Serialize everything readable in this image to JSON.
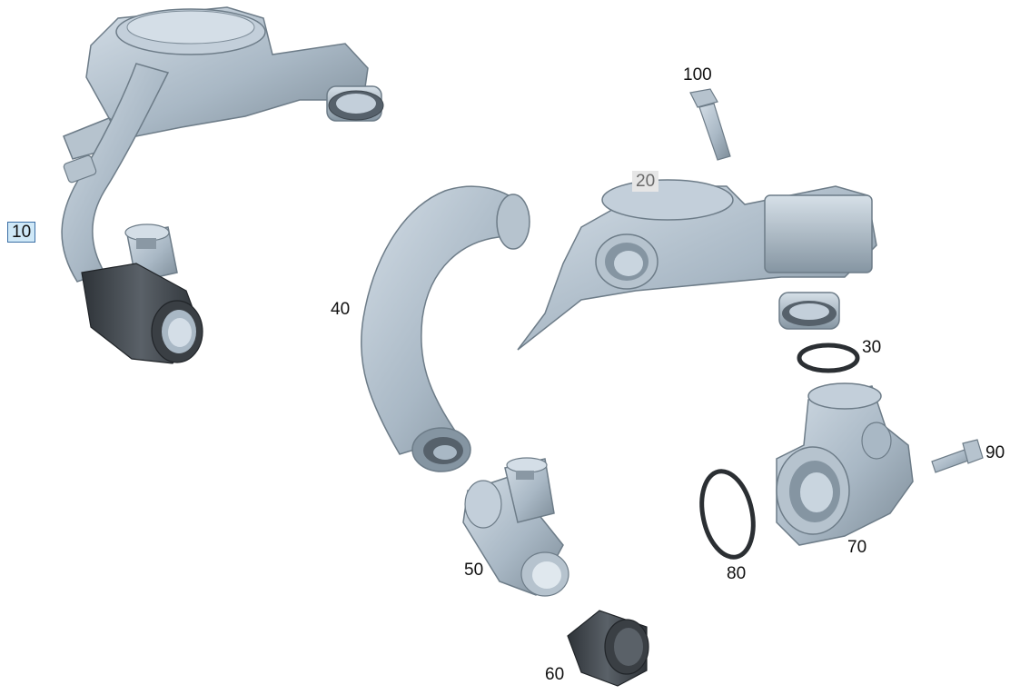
{
  "colors": {
    "part_fill": "#a9b8c5",
    "part_light": "#c9d5df",
    "part_dark": "#6d7c88",
    "part_shadow": "#56616b",
    "rubber": "#3a3f44",
    "rubber_light": "#5a6168",
    "ring": "#2b2f33",
    "callout_highlight_bg": "#cfe8f7",
    "callout_highlight_border": "#3a6ea5",
    "callout_muted_bg": "#e6e6e6",
    "callout_muted_text": "#6b6b6b"
  },
  "callouts": {
    "p10": "10",
    "p20": "20",
    "p30": "30",
    "p40": "40",
    "p50": "50",
    "p60": "60",
    "p70": "70",
    "p80": "80",
    "p90": "90",
    "p100": "100"
  }
}
